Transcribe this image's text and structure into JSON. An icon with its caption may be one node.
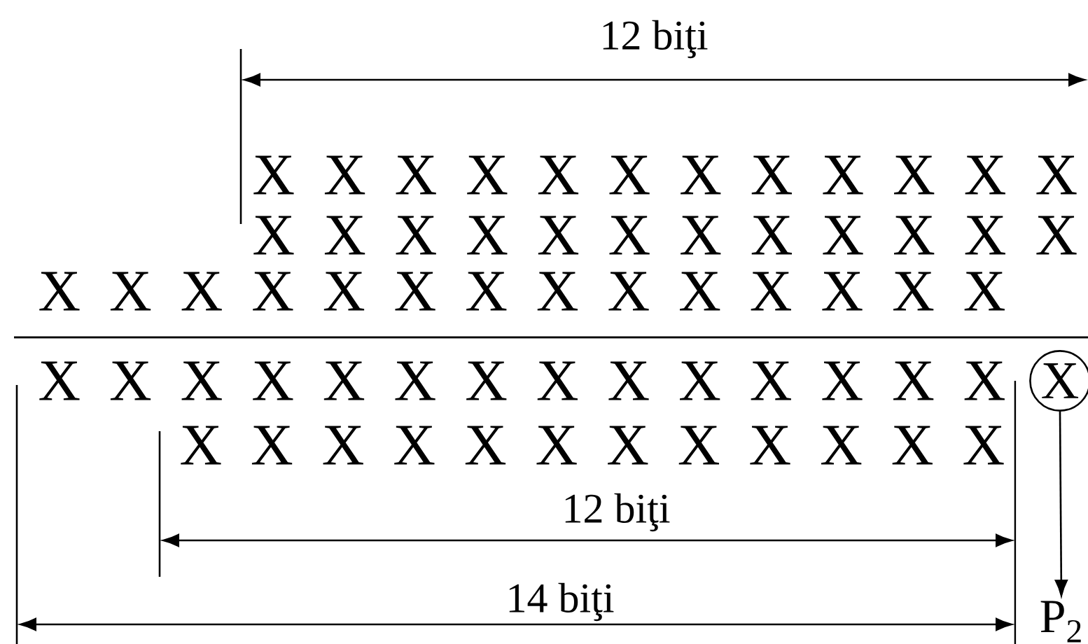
{
  "diagram": {
    "nodes": [
      {
        "text": [
          "X"
        ]
      },
      {
        "text": [
          "P$_{2}$"
        ]
      }
    ],
    "edges": [
      {
        "from": 0,
        "to": 1,
        "arrow": "to"
      }
    ],
    "labels": [
      "12 biţi",
      "X X X X X X X X X X X X",
      "X X X X X X X X X X X X",
      "X X X X X X X X X X X X X X",
      "X X X X X X X X X X X X X X",
      "X X X X X X X X X X X X",
      "12 biţi",
      "14 biţi"
    ]
  }
}
